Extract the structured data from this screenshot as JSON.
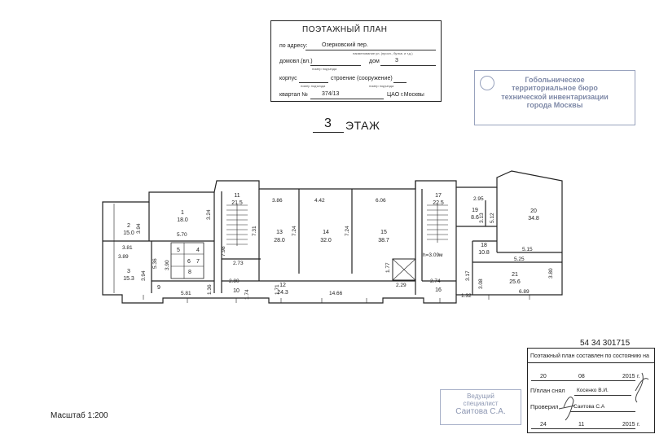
{
  "title_block": {
    "title": "ПОЭТАЖНЫЙ ПЛАН",
    "address_label": "по адресу:",
    "address_value": "Озерковский пер.",
    "address_hint": "наименование ул. (просп., бульв. и т.д.)",
    "domovl_label": "домовл.(вл.)",
    "domovl_hint": "номер подъезда",
    "dom_label": "дом",
    "dom_value": "3",
    "korpus_label": "корпус",
    "korpus_hint": "номер подъезда",
    "stroenie_label": "строение (сооружение)",
    "stroenie_hint": "номер подъезда",
    "kvartal_label": "квартал №",
    "kvartal_value": "374/13",
    "district_value": "ЦАО г.Москвы"
  },
  "floor": {
    "number": "3",
    "label": "ЭТАЖ"
  },
  "stamp_top": {
    "lines": [
      "Гобольническое",
      "территориальное бюро",
      "технической инвентаризации",
      "города Москвы"
    ]
  },
  "stamp_bottom": {
    "lines": [
      "Ведущий",
      "специалист",
      "Саитова С.А."
    ]
  },
  "plan": {
    "rooms": [
      {
        "num": "1",
        "area": "18.0"
      },
      {
        "num": "2",
        "area": "15.0"
      },
      {
        "num": "3",
        "area": "15.3"
      },
      {
        "num": "4",
        "area": ""
      },
      {
        "num": "5",
        "area": ""
      },
      {
        "num": "6",
        "area": ""
      },
      {
        "num": "7",
        "area": ""
      },
      {
        "num": "8",
        "area": ""
      },
      {
        "num": "9",
        "area": ""
      },
      {
        "num": "10",
        "area": ""
      },
      {
        "num": "11",
        "area": "21.5"
      },
      {
        "num": "12",
        "area": "24.3"
      },
      {
        "num": "13",
        "area": "28.0"
      },
      {
        "num": "14",
        "area": "32.0"
      },
      {
        "num": "15",
        "area": "38.7"
      },
      {
        "num": "16",
        "area": ""
      },
      {
        "num": "17",
        "area": "22.5"
      },
      {
        "num": "18",
        "area": "10.8"
      },
      {
        "num": "19",
        "area": "8.6"
      },
      {
        "num": "20",
        "area": "34.8"
      },
      {
        "num": "21",
        "area": "25.6"
      }
    ],
    "dims": [
      "3.94",
      "3.24",
      "5.70",
      "3.81",
      "3.89",
      "5.36",
      "3.90",
      "3.94",
      "5.81",
      "1.36",
      "7.98",
      "2.73",
      "2.80",
      "1.74",
      "3.86",
      "4.42",
      "6.06",
      "7.31",
      "7.24",
      "7.24",
      "1.71",
      "14.66",
      "1.77",
      "2.29",
      "2.74",
      "2.95",
      "3.13",
      "5.12",
      "5.15",
      "5.25",
      "3.17",
      "3.08",
      "3.80",
      "6.89",
      "1.32"
    ],
    "ceiling_height": "h=3.09м"
  },
  "inventory_number": "54 34 301715",
  "cert": {
    "heading": "Поэтажный план составлен по состоянию на",
    "date1_day": "20",
    "date1_month": "08",
    "date1_year": "2015",
    "year_suffix": "г.",
    "made_label": "П/план снял",
    "made_value": "Косенко В.И.",
    "checked_label": "Проверил",
    "checked_value": "Саитова С.А",
    "date2_day": "24",
    "date2_month": "11",
    "date2_year": "2015"
  },
  "scale": "Масштаб 1:200"
}
